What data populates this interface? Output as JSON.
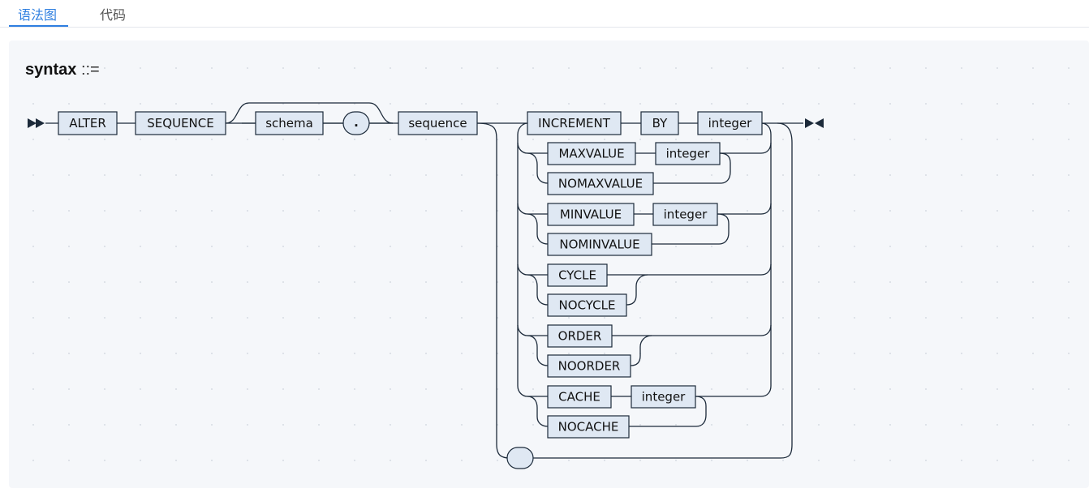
{
  "tabs": [
    {
      "label": "语法图",
      "active": true
    },
    {
      "label": "代码",
      "active": false
    }
  ],
  "rule": {
    "name": "syntax",
    "operator": "::="
  },
  "diagram": {
    "main": [
      "ALTER",
      "SEQUENCE"
    ],
    "schema": "schema",
    "dot": ".",
    "sequence": "sequence",
    "options": [
      {
        "first": "INCREMENT",
        "second": "BY",
        "third": "integer"
      },
      {
        "first": "MAXVALUE",
        "second": "integer",
        "alt": "NOMAXVALUE"
      },
      {
        "first": "MINVALUE",
        "second": "integer",
        "alt": "NOMINVALUE"
      },
      {
        "first": "CYCLE",
        "alt": "NOCYCLE"
      },
      {
        "first": "ORDER",
        "alt": "NOORDER"
      },
      {
        "first": "CACHE",
        "second": "integer",
        "alt": "NOCACHE"
      }
    ]
  },
  "colors": {
    "accent": "#2f7fe0",
    "box_fill": "#dfe8f3",
    "line": "#1c2a3a",
    "panel": "#f5f7fa"
  }
}
